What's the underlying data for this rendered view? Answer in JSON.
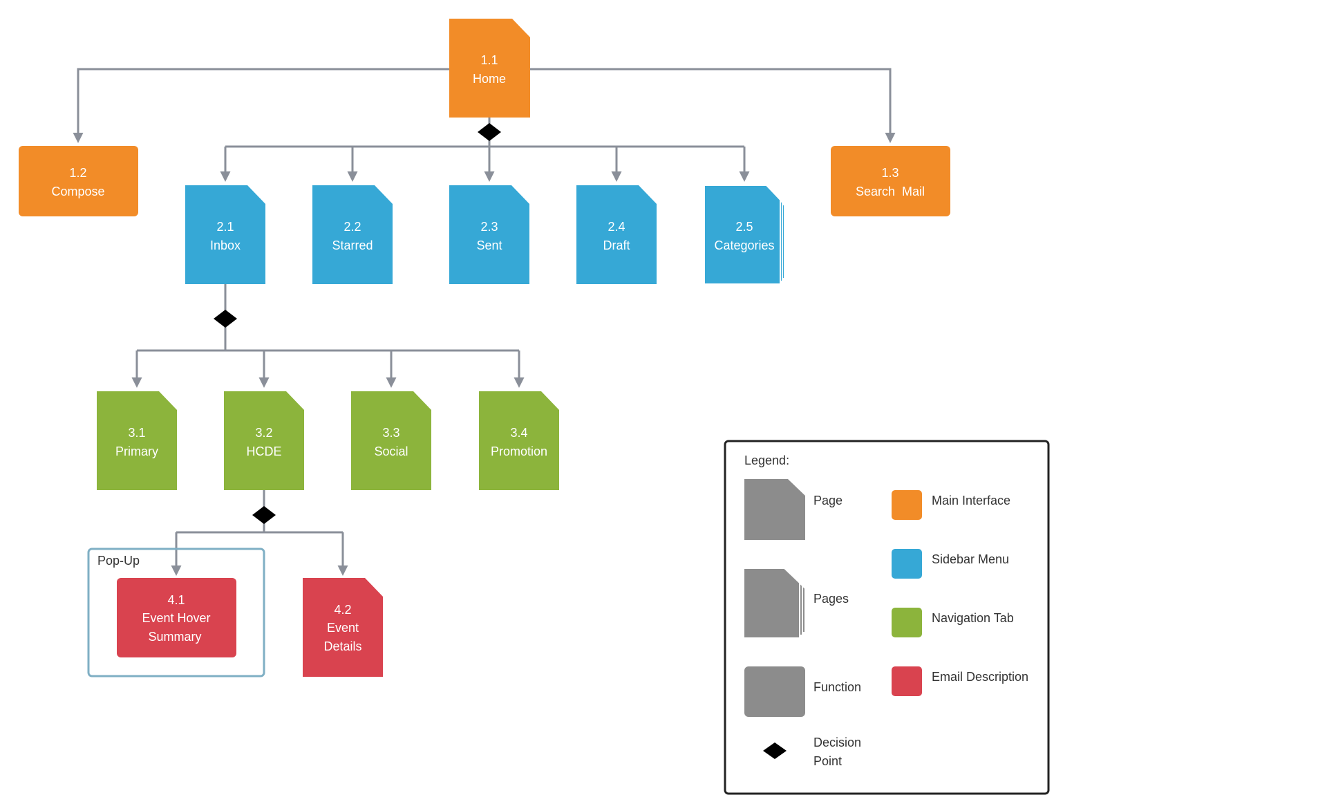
{
  "colors": {
    "main": "#F28C28",
    "sidebar": "#36A8D6",
    "nav": "#8CB43C",
    "email": "#D9434F",
    "shape_gray": "#8C8C8C",
    "connector": "#8A8F99",
    "popup_border": "#7FAFC4"
  },
  "nodes": {
    "n11": {
      "id": "1.1",
      "label": "Home"
    },
    "n12": {
      "id": "1.2",
      "label": "Compose"
    },
    "n13": {
      "id": "1.3",
      "label": "Search  Mail"
    },
    "n21": {
      "id": "2.1",
      "label": "Inbox"
    },
    "n22": {
      "id": "2.2",
      "label": "Starred"
    },
    "n23": {
      "id": "2.3",
      "label": "Sent"
    },
    "n24": {
      "id": "2.4",
      "label": "Draft"
    },
    "n25": {
      "id": "2.5",
      "label": "Categories"
    },
    "n31": {
      "id": "3.1",
      "label": "Primary"
    },
    "n32": {
      "id": "3.2",
      "label": "HCDE"
    },
    "n33": {
      "id": "3.3",
      "label": "Social"
    },
    "n34": {
      "id": "3.4",
      "label": "Promotion"
    },
    "n41": {
      "id": "4.1",
      "label1": "Event Hover",
      "label2": "Summary"
    },
    "n42": {
      "id": "4.2",
      "label1": "Event",
      "label2": "Details"
    }
  },
  "popup": {
    "label": "Pop-Up"
  },
  "legend": {
    "title": "Legend:",
    "page": "Page",
    "pages": "Pages",
    "function": "Function",
    "decision1": "Decision",
    "decision2": "Point",
    "main_interface": "Main Interface",
    "sidebar_menu": "Sidebar Menu",
    "navigation_tab": "Navigation Tab",
    "email_description": "Email Description"
  }
}
